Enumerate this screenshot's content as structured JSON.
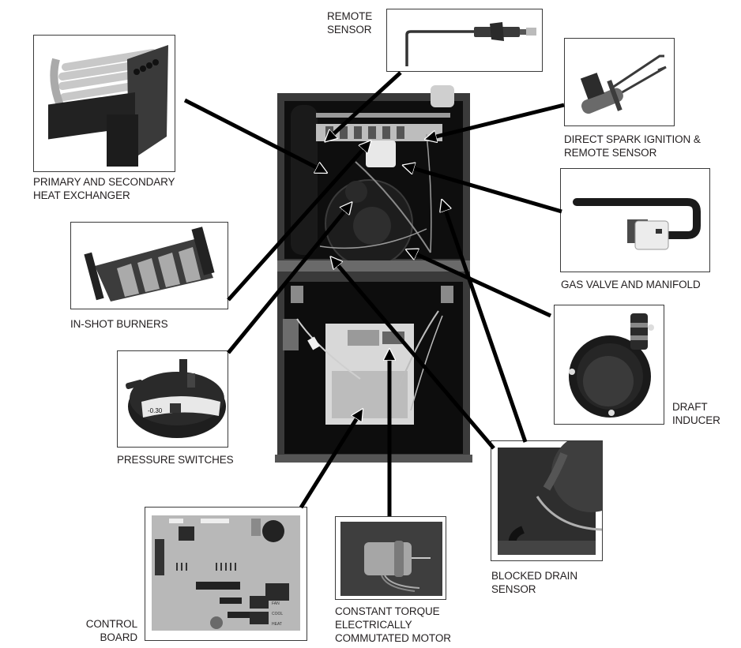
{
  "diagram": {
    "title": "Furnace component locations",
    "center_image": "furnace-cabinet-cutaway",
    "components": [
      {
        "id": "remote-sensor",
        "label_lines": [
          "REMOTE",
          "SENSOR"
        ],
        "image": "remote-sensor-rod"
      },
      {
        "id": "direct-spark-ignition",
        "label_lines": [
          "DIRECT SPARK IGNITION &",
          "REMOTE SENSOR"
        ],
        "image": "spark-igniter"
      },
      {
        "id": "heat-exchanger",
        "label_lines": [
          "PRIMARY AND SECONDARY",
          "HEAT EXCHANGER"
        ],
        "image": "heat-exchanger-tubes"
      },
      {
        "id": "gas-valve",
        "label_lines": [
          "GAS VALVE AND MANIFOLD"
        ],
        "image": "gas-valve-manifold"
      },
      {
        "id": "in-shot-burners",
        "label_lines": [
          "IN-SHOT BURNERS"
        ],
        "image": "burner-tray"
      },
      {
        "id": "draft-inducer",
        "label_lines": [
          "DRAFT",
          "INDUCER"
        ],
        "image": "inducer-blower"
      },
      {
        "id": "pressure-switches",
        "label_lines": [
          "PRESSURE SWITCHES"
        ],
        "image": "pressure-switch",
        "image_text": "-0.30"
      },
      {
        "id": "blocked-drain-sensor",
        "label_lines": [
          "BLOCKED DRAIN",
          "SENSOR"
        ],
        "image": "drain-sensor-photo"
      },
      {
        "id": "control-board",
        "label_lines": [
          "CONTROL",
          "BOARD"
        ],
        "image": "circuit-board",
        "board_text": [
          "FAN",
          "COOL",
          "HEAT"
        ]
      },
      {
        "id": "ecm-motor",
        "label_lines": [
          "CONSTANT TORQUE",
          "ELECTRICALLY",
          "COMMUTATED MOTOR"
        ],
        "image": "blower-motor"
      }
    ]
  },
  "labels": {
    "remote_sensor": "REMOTE\nSENSOR",
    "direct_spark": "DIRECT SPARK IGNITION &\nREMOTE SENSOR",
    "heat_exchanger": "PRIMARY AND SECONDARY\nHEAT EXCHANGER",
    "gas_valve": "GAS VALVE AND MANIFOLD",
    "burners": "IN-SHOT BURNERS",
    "draft_inducer": "DRAFT\nINDUCER",
    "pressure_switches": "PRESSURE SWITCHES",
    "blocked_drain": "BLOCKED DRAIN\nSENSOR",
    "control_board": "CONTROL\nBOARD",
    "ecm_motor": "CONSTANT TORQUE\nELECTRICALLY\nCOMMUTATED MOTOR",
    "pressure_value": "-0.30",
    "board_fan": "FAN",
    "board_cool": "COOL",
    "board_heat": "HEAT"
  },
  "colors": {
    "line": "#000000",
    "cabinet": "#2b2b2b",
    "cabinet_inner": "#111111",
    "box_border": "#3a3a3a",
    "text": "#231f20"
  }
}
